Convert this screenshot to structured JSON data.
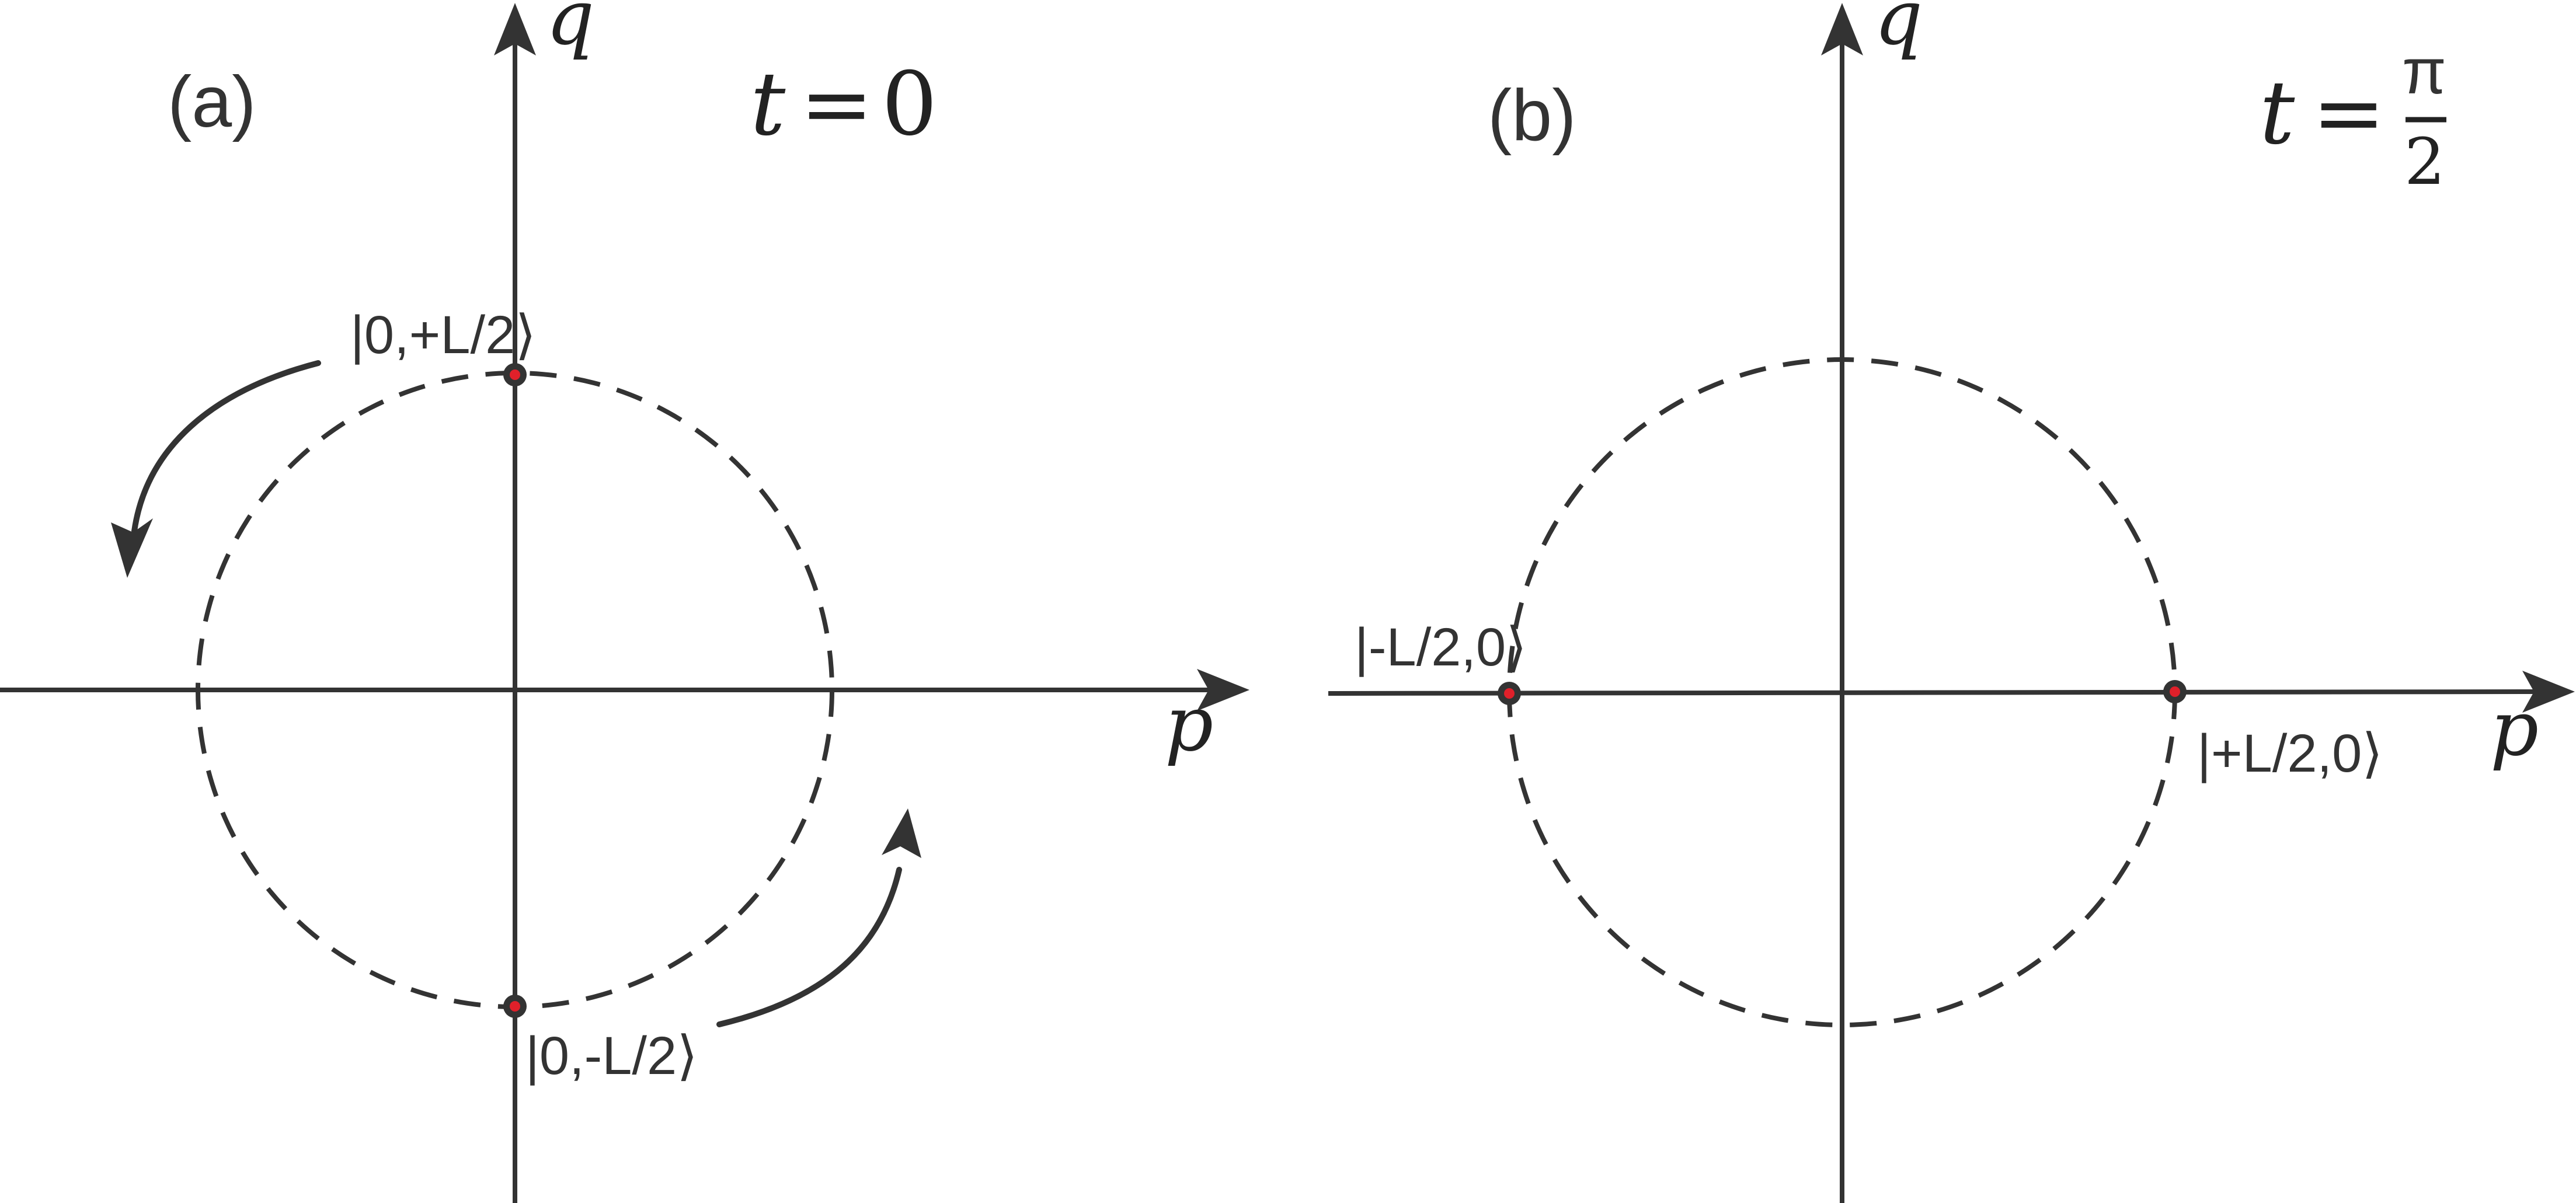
{
  "panels": [
    {
      "id": "a",
      "label": "(a)",
      "time_var": "t",
      "time_eq": "=",
      "time_value": "0",
      "axis_x": "p",
      "axis_y": "q",
      "states": [
        {
          "label": "|0,+L/2⟩"
        },
        {
          "label": "|0,-L/2⟩"
        }
      ]
    },
    {
      "id": "b",
      "label": "(b)",
      "time_var": "t",
      "time_eq": "=",
      "time_num": "π",
      "time_den": "2",
      "axis_x": "p",
      "axis_y": "q",
      "states": [
        {
          "label": "|-L/2,0⟩"
        },
        {
          "label": "|+L/2,0⟩"
        }
      ]
    }
  ],
  "colors": {
    "ink": "#333333",
    "state_dot": "#e0202a"
  }
}
